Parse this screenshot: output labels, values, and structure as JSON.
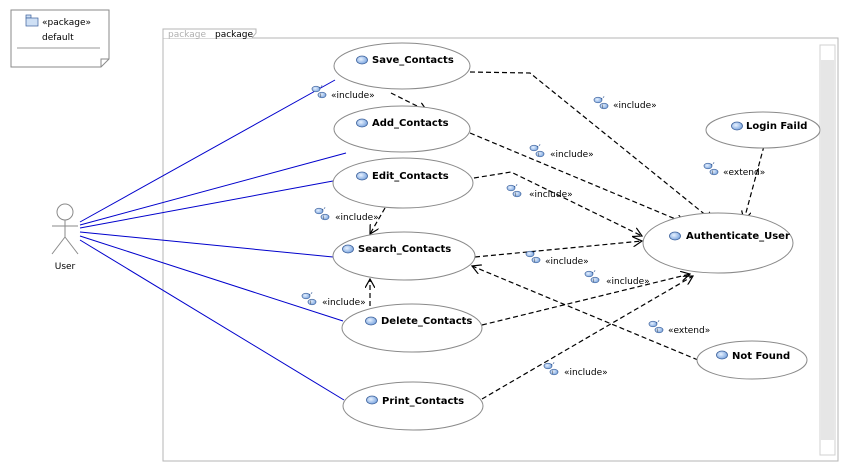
{
  "package_note": {
    "stereotype": "«package»",
    "name": "default"
  },
  "package_frame": {
    "tab_keyword": "package",
    "tab_name": "package"
  },
  "actor": {
    "name": "User"
  },
  "use_cases": {
    "save": "Save_Contacts",
    "add": "Add_Contacts",
    "edit": "Edit_Contacts",
    "search": "Search_Contacts",
    "delete": "Delete_Contacts",
    "print": "Print_Contacts",
    "auth": "Authenticate_User",
    "login": "Login Faild",
    "notfound": "Not Found"
  },
  "relations": {
    "include": "«include»",
    "extend": "«extend»"
  },
  "colors": {
    "association": "#0000cc",
    "dependency": "#000000",
    "ellipse_stroke": "#8a8a8a",
    "scrollbar": "#e6e6e6"
  }
}
